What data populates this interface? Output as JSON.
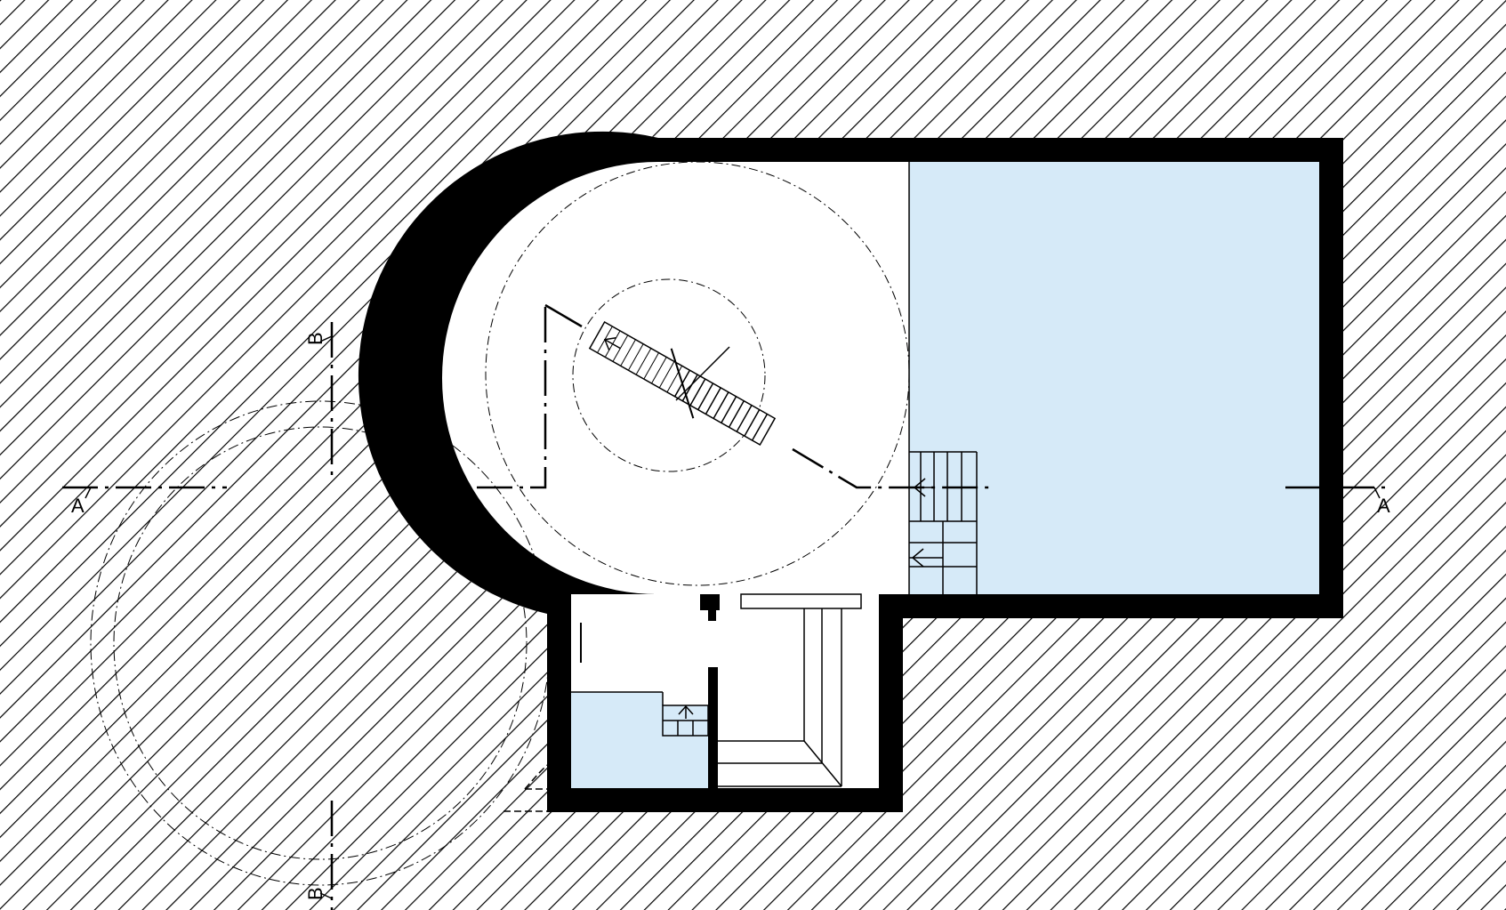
{
  "drawing": {
    "type": "floor-plan",
    "colors": {
      "background": "#ffffff",
      "hatch": "#000000",
      "wall": "#000000",
      "water": "#d6eaf8",
      "line": "#000000"
    },
    "section_marks": {
      "a_left": "A",
      "a_right": "A",
      "b_top": "B",
      "b_bottom": "B"
    }
  }
}
